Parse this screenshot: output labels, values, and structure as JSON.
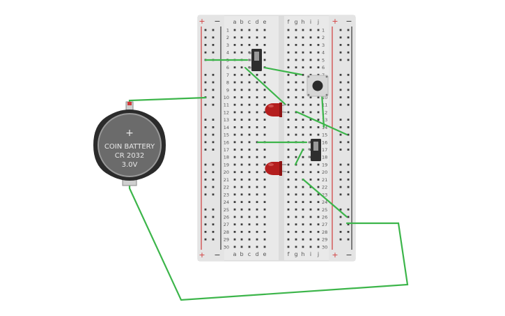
{
  "breadboard": {
    "rows": 30,
    "columns_left": [
      "a",
      "b",
      "c",
      "d",
      "e"
    ],
    "columns_right": [
      "f",
      "g",
      "h",
      "i",
      "j"
    ],
    "rail_plus": "+",
    "rail_minus": "−"
  },
  "battery": {
    "line1": "COIN BATTERY",
    "line2": "CR 2032",
    "line3": "3.0V",
    "plus_symbol": "+"
  },
  "colors": {
    "wire": "#3cb54a",
    "board": "#e9e9e9",
    "board_edge": "#d0d0d0",
    "hole": "#3c3c3c",
    "rail_red": "#d13a3a",
    "rail_dark": "#333333",
    "led": "#b41e1e",
    "battery_body": "#2b2b2b"
  },
  "components": [
    {
      "name": "slide-switch-top",
      "type": "slide-switch"
    },
    {
      "name": "pushbutton",
      "type": "pushbutton"
    },
    {
      "name": "led-upper",
      "type": "led",
      "color": "red"
    },
    {
      "name": "slide-switch-bottom",
      "type": "slide-switch"
    },
    {
      "name": "led-lower",
      "type": "led",
      "color": "red"
    },
    {
      "name": "coin-battery",
      "type": "battery"
    }
  ]
}
